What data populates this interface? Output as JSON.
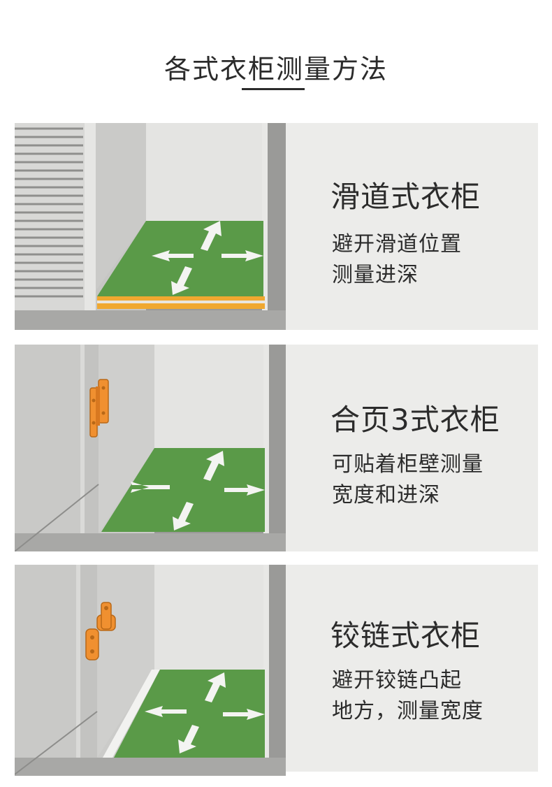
{
  "page": {
    "title": "各式衣柜测量方法"
  },
  "panels": [
    {
      "name": "滑道式衣柜",
      "desc_line1": "避开滑道位置",
      "desc_line2": "测量进深",
      "hardware_icon": "sliding-rail-icon"
    },
    {
      "name": "合页3式衣柜",
      "desc_line1": "可贴着柜壁测量",
      "desc_line2": "宽度和进深",
      "hardware_icon": "hinge-icon"
    },
    {
      "name": "铰链式衣柜",
      "desc_line1": "避开铰链凸起",
      "desc_line2": "地方，测量宽度",
      "hardware_icon": "cabinet-hinge-icon"
    }
  ],
  "colors": {
    "panel_bg": "#ececea",
    "floor_green": "#5a9a48",
    "rail_orange": "#f0a830",
    "hinge_orange": "#f09030",
    "wall_gray": "#c9c9c7",
    "frame_gray": "#9a9a98"
  }
}
